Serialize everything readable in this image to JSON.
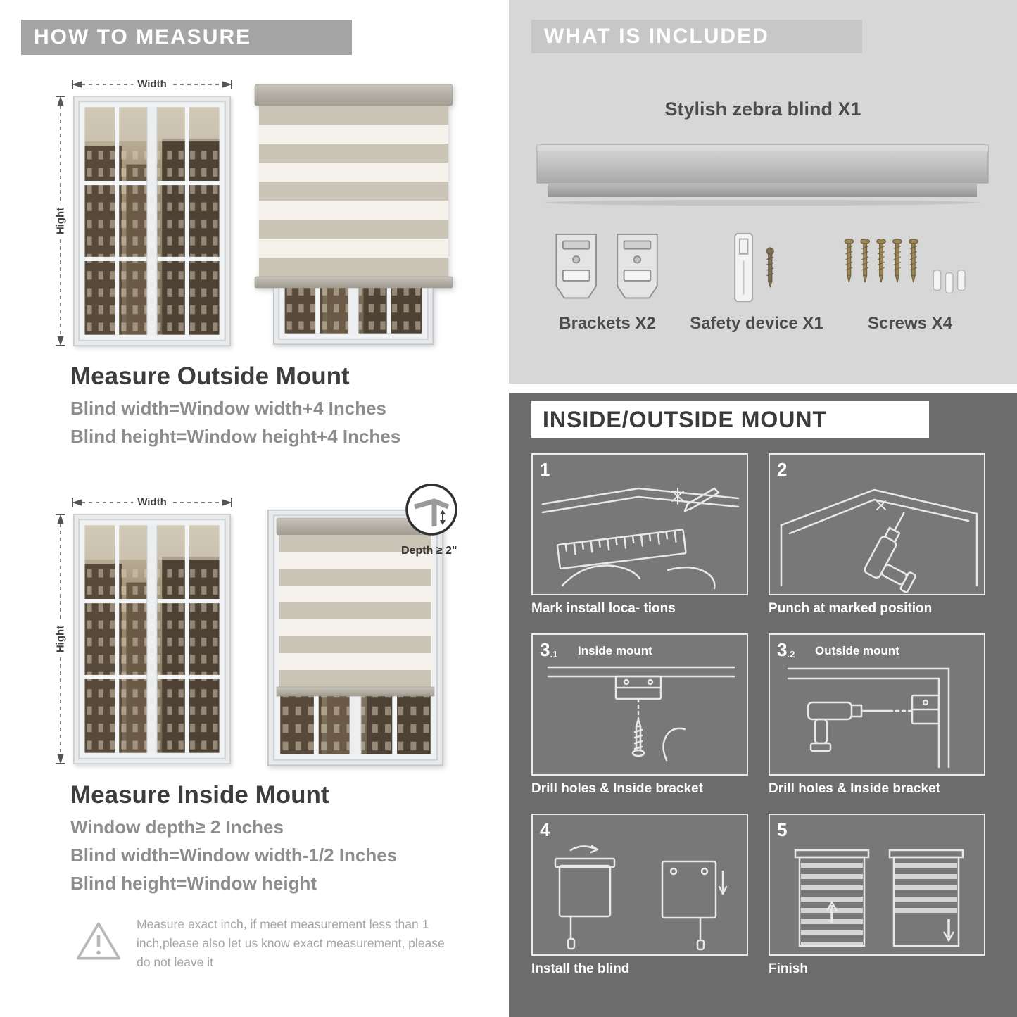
{
  "colors": {
    "measure_banner_bg": "#a5a5a5",
    "included_panel_bg": "#d7d7d7",
    "included_banner_bg": "#c7c7c7",
    "mount_panel_bg": "#6c6c6c",
    "heading_text": "#3d3d3d",
    "formula_text": "#8d8d8d"
  },
  "measure": {
    "header": "HOW TO MEASURE",
    "dims": {
      "width_label": "Width",
      "height_label": "Hight",
      "depth_note": "Depth ≥ 2\""
    },
    "outside": {
      "title": "Measure Outside Mount",
      "lines": [
        "Blind width=Window width+4 Inches",
        "Blind height=Window height+4 Inches"
      ]
    },
    "inside": {
      "title": "Measure Inside Mount",
      "lines": [
        "Window depth≥ 2 Inches",
        "Blind width=Window width-1/2 Inches",
        "Blind height=Window height"
      ]
    },
    "warning_icon": "exclamation-triangle-icon",
    "warning_text": "Measure exact inch, if meet measurement less than 1 inch,please also let us know exact measurement, please do not leave it"
  },
  "included": {
    "header": "WHAT IS INCLUDED",
    "product_label": "Stylish zebra blind X1",
    "items": [
      {
        "icon": "brackets-icon",
        "label": "Brackets X2"
      },
      {
        "icon": "safety-device-icon",
        "label": "Safety device X1"
      },
      {
        "icon": "screws-icon",
        "label": "Screws X4"
      }
    ]
  },
  "mount": {
    "header": "INSIDE/OUTSIDE MOUNT",
    "steps": [
      {
        "num": "1",
        "sub": "",
        "label": "",
        "caption": "Mark install loca- tions"
      },
      {
        "num": "2",
        "sub": "",
        "label": "",
        "caption": "Punch at  marked position"
      },
      {
        "num": "3",
        "sub": ".1",
        "label": "Inside mount",
        "caption": "Drill holes &  Inside bracket"
      },
      {
        "num": "3",
        "sub": ".2",
        "label": "Outside mount",
        "caption": "Drill holes &  Inside bracket"
      },
      {
        "num": "4",
        "sub": "",
        "label": "",
        "caption": "Install the blind"
      },
      {
        "num": "5",
        "sub": "",
        "label": "",
        "caption": "Finish"
      }
    ]
  }
}
